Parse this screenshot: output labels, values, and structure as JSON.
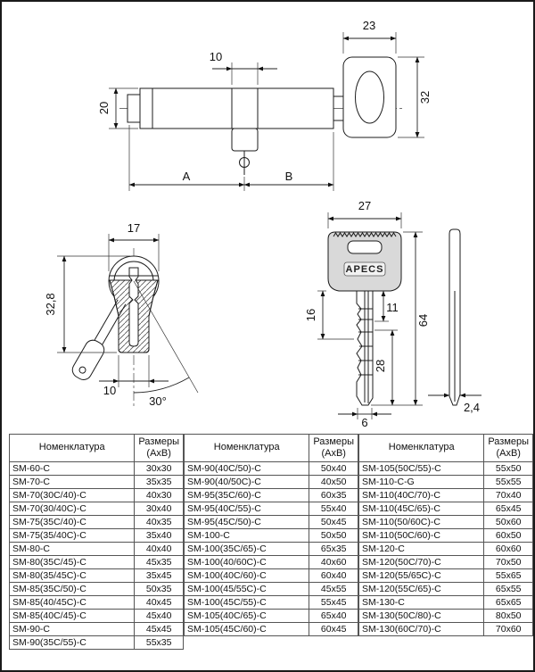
{
  "drawings": {
    "cylinder": {
      "dim_knob_width": "23",
      "dim_cam_width": "10",
      "dim_body_height": "20",
      "dim_knob_height": "32",
      "dim_a": "A",
      "dim_b": "B"
    },
    "section": {
      "dim_width": "17",
      "dim_height": "32,8",
      "dim_foot": "10",
      "dim_angle": "30°"
    },
    "key": {
      "brand": "APECS",
      "dim_head_width": "27",
      "dim_shoulder": "16",
      "dim_upper": "11",
      "dim_total": "64",
      "dim_bitting": "28",
      "dim_tip": "6",
      "dim_thickness": "2,4"
    }
  },
  "table": {
    "header_nomenclature": "Номенклатура",
    "header_size_1": "Размеры",
    "header_size_2": "(АхВ)",
    "groups": [
      {
        "rows": [
          {
            "model": "SM-60-C",
            "size": "30x30"
          },
          {
            "model": "SM-70-C",
            "size": "35x35"
          },
          {
            "model": "SM-70(30C/40)-C",
            "size": "40x30"
          },
          {
            "model": "SM-70(30/40C)-C",
            "size": "30x40"
          },
          {
            "model": "SM-75(35C/40)-C",
            "size": "40x35"
          },
          {
            "model": "SM-75(35/40C)-C",
            "size": "35x40"
          },
          {
            "model": "SM-80-C",
            "size": "40x40"
          },
          {
            "model": "SM-80(35C/45)-C",
            "size": "45x35"
          },
          {
            "model": "SM-80(35/45C)-C",
            "size": "35x45"
          },
          {
            "model": "SM-85(35C/50)-C",
            "size": "50x35"
          },
          {
            "model": "SM-85(40/45C)-C",
            "size": "40x45"
          },
          {
            "model": "SM-85(40C/45)-C",
            "size": "45x40"
          },
          {
            "model": "SM-90-C",
            "size": "45x45"
          },
          {
            "model": "SM-90(35C/55)-C",
            "size": "55x35"
          }
        ]
      },
      {
        "rows": [
          {
            "model": "SM-90(40C/50)-C",
            "size": "50x40"
          },
          {
            "model": "SM-90(40/50C)-C",
            "size": "40x50"
          },
          {
            "model": "SM-95(35C/60)-C",
            "size": "60x35"
          },
          {
            "model": "SM-95(40C/55)-C",
            "size": "55x40"
          },
          {
            "model": "SM-95(45C/50)-C",
            "size": "50x45"
          },
          {
            "model": "SM-100-C",
            "size": "50x50"
          },
          {
            "model": "SM-100(35C/65)-C",
            "size": "65x35"
          },
          {
            "model": "SM-100(40/60C)-C",
            "size": "40x60"
          },
          {
            "model": "SM-100(40C/60)-C",
            "size": "60x40"
          },
          {
            "model": "SM-100(45/55C)-C",
            "size": "45x55"
          },
          {
            "model": "SM-100(45C/55)-C",
            "size": "55x45"
          },
          {
            "model": "SM-105(40C/65)-C",
            "size": "65x40"
          },
          {
            "model": "SM-105(45C/60)-C",
            "size": "60x45"
          }
        ]
      },
      {
        "rows": [
          {
            "model": "SM-105(50C/55)-C",
            "size": "55x50"
          },
          {
            "model": "SM-110-C-G",
            "size": "55x55"
          },
          {
            "model": "SM-110(40C/70)-C",
            "size": "70x40"
          },
          {
            "model": "SM-110(45C/65)-C",
            "size": "65x45"
          },
          {
            "model": "SM-110(50/60C)-C",
            "size": "50x60"
          },
          {
            "model": "SM-110(50C/60)-C",
            "size": "60x50"
          },
          {
            "model": "SM-120-C",
            "size": "60x60"
          },
          {
            "model": "SM-120(50C/70)-C",
            "size": "70x50"
          },
          {
            "model": "SM-120(55/65C)-C",
            "size": "55x65"
          },
          {
            "model": "SM-120(55C/65)-C",
            "size": "65x55"
          },
          {
            "model": "SM-130-C",
            "size": "65x65"
          },
          {
            "model": "SM-130(50C/80)-C",
            "size": "80x50"
          },
          {
            "model": "SM-130(60C/70)-C",
            "size": "70x60"
          }
        ]
      }
    ]
  }
}
